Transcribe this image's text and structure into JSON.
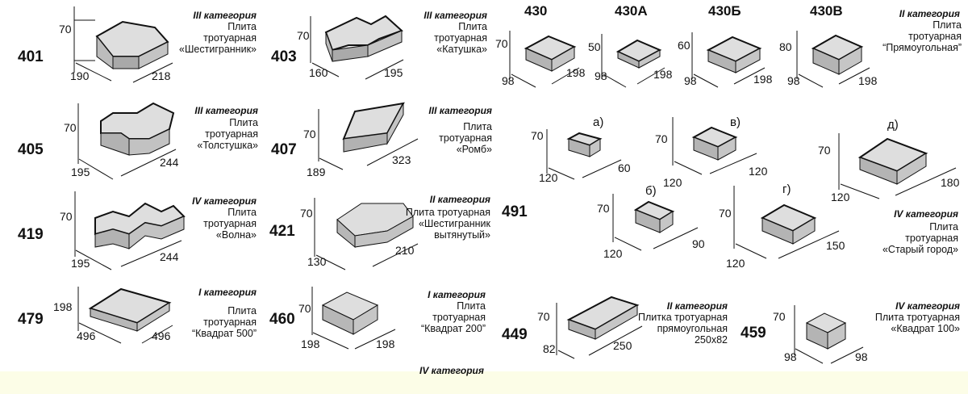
{
  "items": {
    "p401": {
      "code": "401",
      "category": "III категория",
      "desc": [
        "Плита",
        "тротуарная",
        "«Шестигранник»"
      ],
      "h": "70",
      "w": "190",
      "d": "218"
    },
    "p403": {
      "code": "403",
      "category": "III категория",
      "desc": [
        "Плита",
        "тротуарная",
        "«Катушка»"
      ],
      "h": "70",
      "w": "160",
      "d": "195"
    },
    "p405": {
      "code": "405",
      "category": "III категория",
      "desc": [
        "Плита",
        "тротуарная",
        "«Толстушка»"
      ],
      "h": "70",
      "w": "195",
      "d": "244"
    },
    "p407": {
      "code": "407",
      "category": "III категория",
      "desc": [
        "Плита",
        "тротуарная",
        "«Ромб»"
      ],
      "h": "70",
      "w": "189",
      "d": "323"
    },
    "p419": {
      "code": "419",
      "category": "IV категория",
      "desc": [
        "Плита",
        "тротуарная",
        "«Волна»"
      ],
      "h": "70",
      "w": "195",
      "d": "244"
    },
    "p421": {
      "code": "421",
      "category": "II категория",
      "desc": [
        "Плита тротуарная",
        "«Шестигранник",
        "вытянутый»"
      ],
      "h": "70",
      "w": "130",
      "d": "210"
    },
    "p479": {
      "code": "479",
      "category": "I категория",
      "desc": [
        "Плита",
        "тротуарная",
        "“Квадрат 500”"
      ],
      "h": "198",
      "w": "496",
      "d": "496"
    },
    "p460": {
      "code": "460",
      "category": "I категория",
      "desc": [
        "Плита",
        "тротуарная",
        "“Квадрат 200”"
      ],
      "h": "70",
      "w": "198",
      "d": "198"
    },
    "p430": {
      "codes": [
        "430",
        "430А",
        "430Б",
        "430В"
      ],
      "category": "II категория",
      "desc": [
        "Плита",
        "тротуарная",
        "“Прямоугольная”"
      ],
      "h": [
        "70",
        "50",
        "60",
        "80"
      ],
      "w": "98",
      "d": "198"
    },
    "p491": {
      "code": "491",
      "category": "IV категория",
      "desc": [
        "Плита",
        "тротуарная",
        "«Старый город»"
      ],
      "variants": [
        {
          "label": "а)",
          "h": "70",
          "w": "120",
          "d": "60"
        },
        {
          "label": "б)",
          "h": "70",
          "w": "120",
          "d": "90"
        },
        {
          "label": "в)",
          "h": "70",
          "w": "120",
          "d": "120"
        },
        {
          "label": "г)",
          "h": "70",
          "w": "120",
          "d": "150"
        },
        {
          "label": "д)",
          "h": "70",
          "w": "120",
          "d": "180"
        }
      ]
    },
    "p449": {
      "code": "449",
      "category": "II категория",
      "desc": [
        "Плитка тротуарная",
        "прямоугольная",
        "250x82"
      ],
      "h": "70",
      "w": "82",
      "d": "250"
    },
    "p459": {
      "code": "459",
      "category": "IV категория",
      "desc": [
        "Плита тротуарная",
        "«Квадрат 100»"
      ],
      "h": "70",
      "w": "98",
      "d": "98"
    }
  },
  "footer_category": "IV категория"
}
